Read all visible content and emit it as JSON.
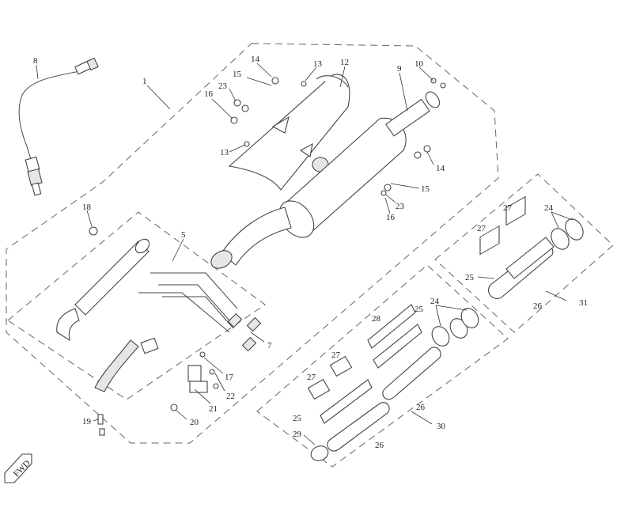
{
  "diagram": {
    "callouts": {
      "c1": "1",
      "c5": "5",
      "c7": "7",
      "c8": "8",
      "c9": "9",
      "c10": "10",
      "c12": "12",
      "c13a": "13",
      "c13b": "13",
      "c14a": "14",
      "c14b": "14",
      "c15a": "15",
      "c15b": "15",
      "c16a": "16",
      "c16b": "16",
      "c17": "17",
      "c18": "18",
      "c19": "19",
      "c20": "20",
      "c21": "21",
      "c22": "22",
      "c23a": "23",
      "c23b": "23",
      "c24a": "24",
      "c24b": "24",
      "c25a": "25",
      "c25b": "25",
      "c25c": "25",
      "c26a": "26",
      "c26b": "26",
      "c26c": "26",
      "c27a": "27",
      "c27b": "27",
      "c27c": "27",
      "c27d": "27",
      "c28": "28",
      "c29": "29",
      "c30": "30",
      "c31": "31"
    },
    "direction_badge": "FWD"
  }
}
